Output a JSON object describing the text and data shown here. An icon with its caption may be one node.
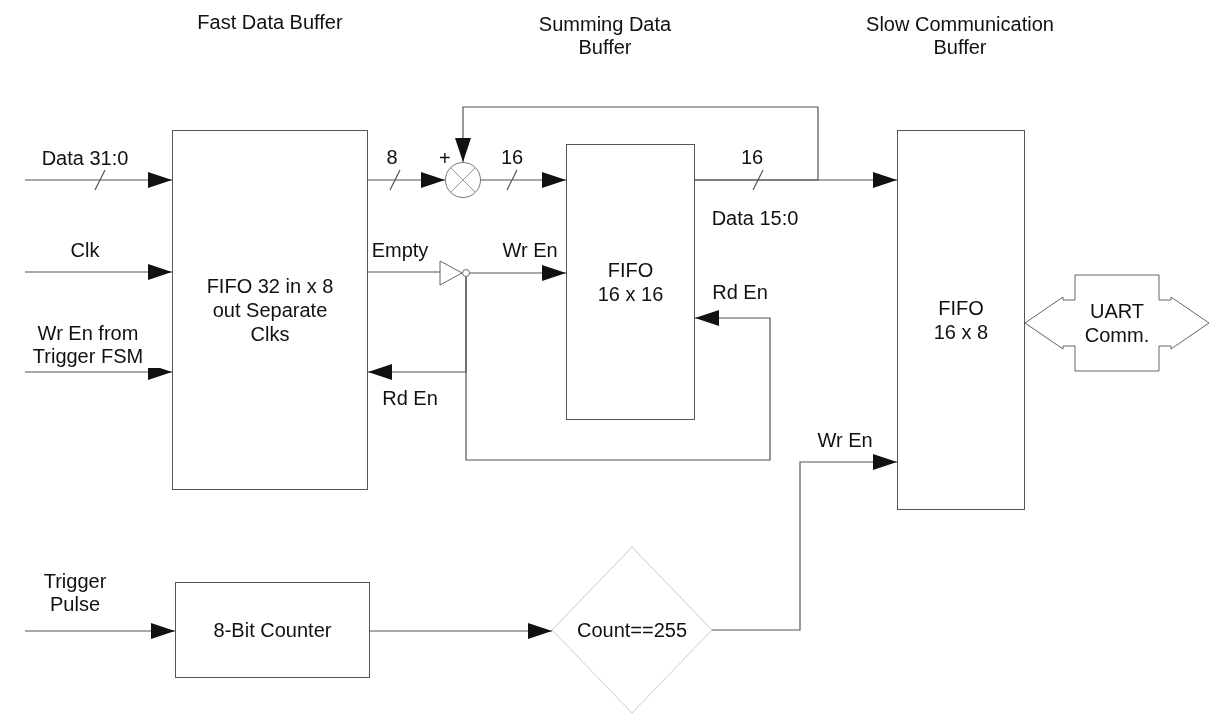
{
  "diagram": {
    "nodes": [
      {
        "text": [
          "FIFO 32 in x 8 out Separate Clks"
        ]
      },
      {
        "text": [],
        "shape": "circle",
        "beside": [
          "+"
        ]
      },
      {
        "text": [],
        "shape": "triangle"
      },
      {
        "text": [
          "FIFO 16 x 16"
        ]
      },
      {
        "text": [
          "FIFO 16 x 8"
        ]
      },
      {
        "text": [
          "UART Comm."
        ]
      },
      {
        "text": [
          "8-Bit Counter"
        ]
      },
      {
        "text": [
          "Count==255"
        ]
      }
    ],
    "edges": [
      {
        "from": null,
        "to": 0,
        "arrow": "to",
        "label": "Data 31:0"
      },
      {
        "from": null,
        "to": 0,
        "arrow": "to",
        "label": "Clk"
      },
      {
        "from": null,
        "to": 0,
        "arrow": "to",
        "label": "Wr En from Trigger FSM"
      },
      {
        "from": 0,
        "to": 1,
        "arrow": "to",
        "label": "8"
      },
      {
        "from": 1,
        "to": 3,
        "arrow": "to",
        "label": "16"
      },
      {
        "from": 3,
        "to": 4,
        "arrow": "to",
        "label": "16"
      },
      {
        "from": 3,
        "to": 1,
        "arrow": "to"
      },
      {
        "from": 0,
        "to": 2,
        "arrow": "none",
        "label": "Empty"
      },
      {
        "from": 2,
        "to": 3,
        "arrow": "to",
        "label": "Wr En"
      },
      {
        "from": 2,
        "to": 0,
        "arrow": "to",
        "label": "Rd En"
      },
      {
        "from": 2,
        "to": 3,
        "arrow": "to",
        "label": "Rd En"
      },
      {
        "from": 7,
        "to": 4,
        "arrow": "to",
        "label": "Wr En"
      },
      {
        "from": null,
        "to": 6,
        "arrow": "to",
        "label": "Trigger Pulse"
      },
      {
        "from": 6,
        "to": 7,
        "arrow": "to"
      }
    ],
    "labels": [
      "Fast Data Buffer",
      "Summing Data Buffer",
      "Slow Communication Buffer",
      "Data 15:0"
    ]
  }
}
